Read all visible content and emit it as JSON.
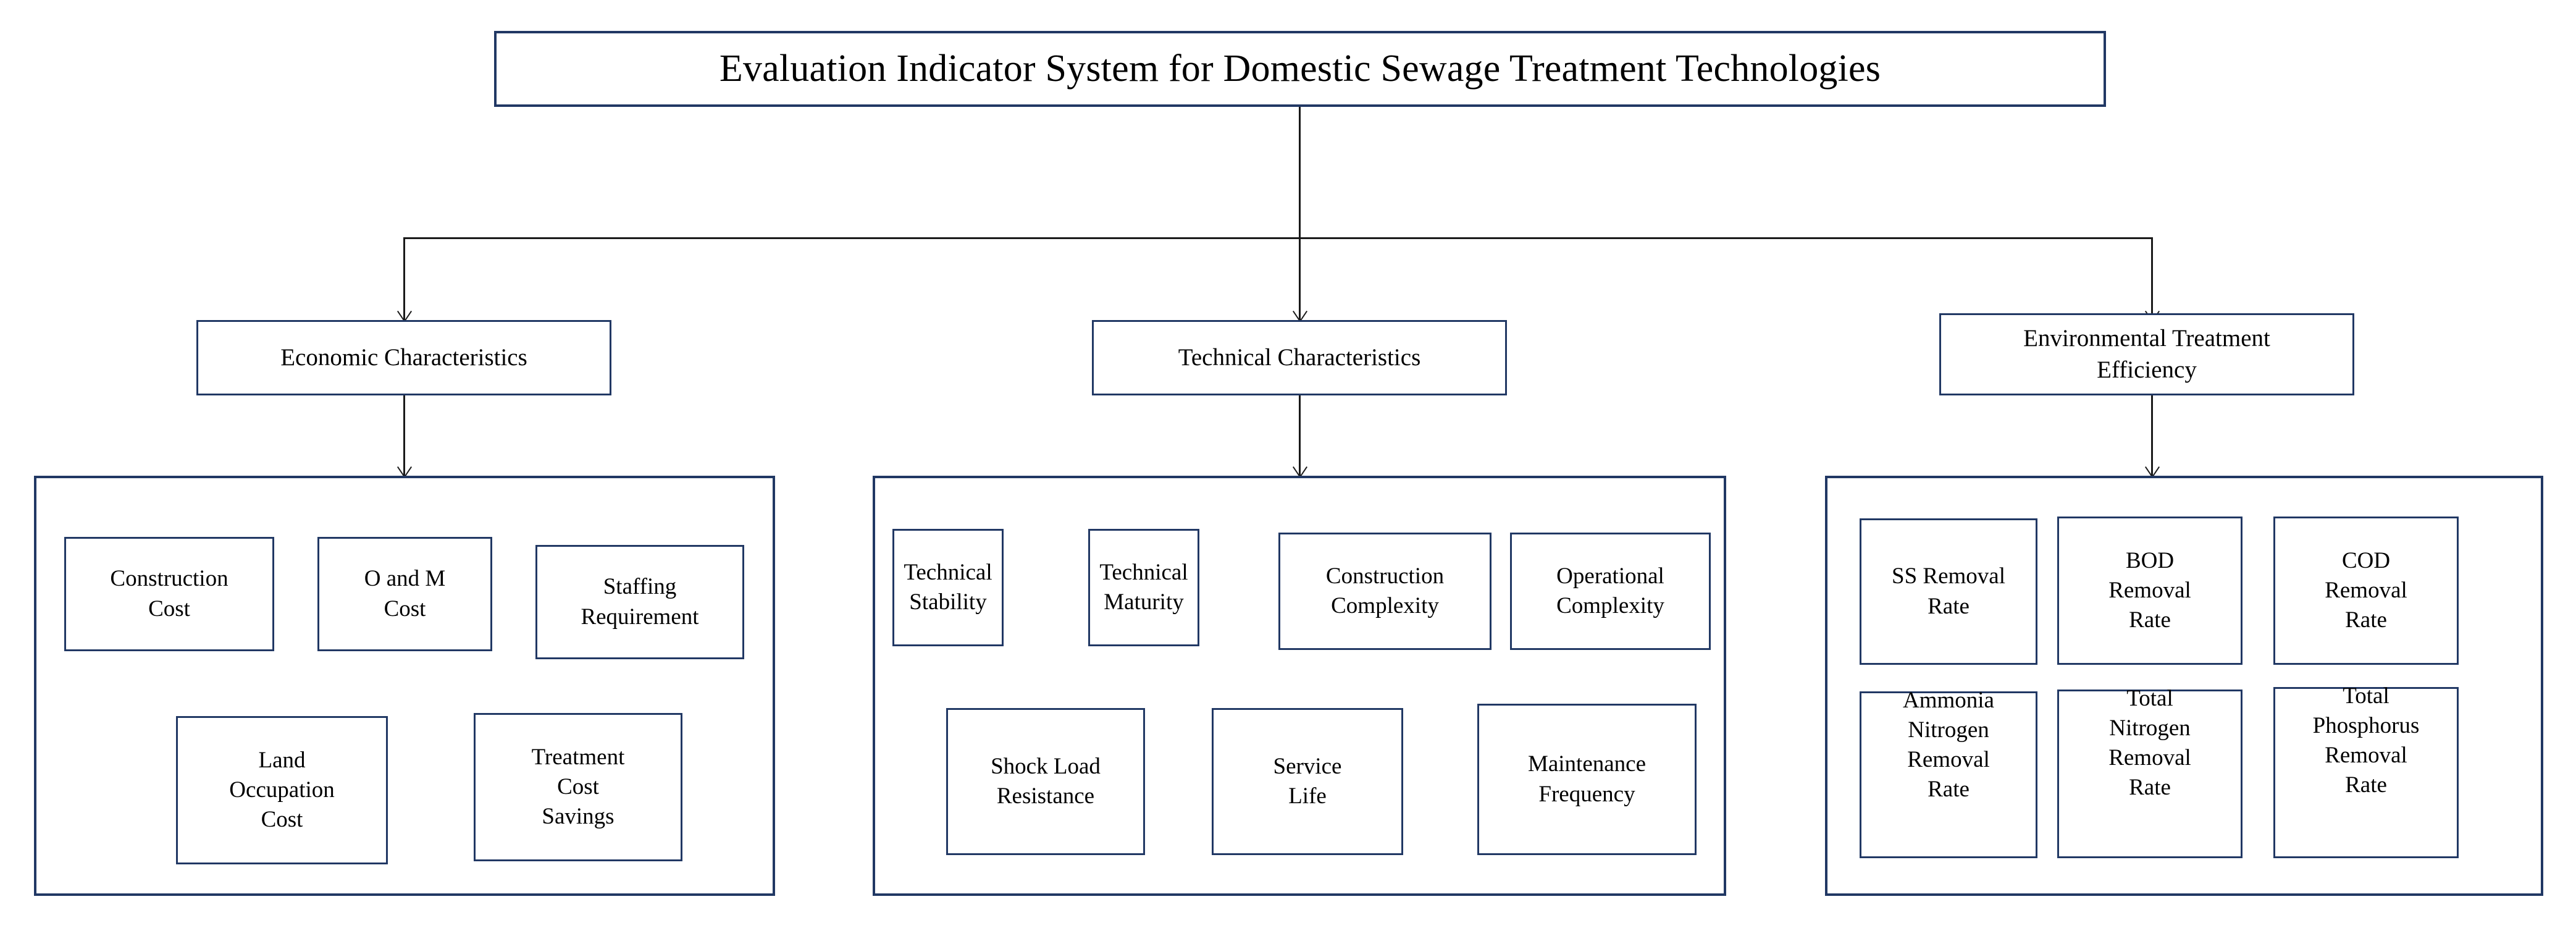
{
  "diagram": {
    "title": "Evaluation Indicator System for Domestic Sewage Treatment Technologies",
    "accent_color": "#213864",
    "line_color": "#1a1a1a",
    "background_color": "#ffffff"
  },
  "root": {
    "label": "Evaluation Indicator System for Domestic Sewage Treatment Technologies"
  },
  "branches": [
    {
      "id": "economic",
      "label": "Economic Characteristics",
      "indicators": [
        {
          "id": "construction-cost",
          "label": "Construction\nCost"
        },
        {
          "id": "o-and-m-cost",
          "label": "O and M\nCost"
        },
        {
          "id": "staffing-requirement",
          "label": "Staffing\nRequirement"
        },
        {
          "id": "land-occupation-cost",
          "label": "Land\nOccupation\nCost"
        },
        {
          "id": "treatment-cost-savings",
          "label": "Treatment\nCost\nSavings"
        }
      ]
    },
    {
      "id": "technical",
      "label": "Technical Characteristics",
      "indicators": [
        {
          "id": "technical-stability",
          "label": "Technical\nStability"
        },
        {
          "id": "technical-maturity",
          "label": "Technical\nMaturity"
        },
        {
          "id": "construction-complexity",
          "label": "Construction\nComplexity"
        },
        {
          "id": "operational-complexity",
          "label": "Operational\nComplexity"
        },
        {
          "id": "shock-load-resistance",
          "label": "Shock Load\nResistance"
        },
        {
          "id": "service-life",
          "label": "Service\nLife"
        },
        {
          "id": "maintenance-frequency",
          "label": "Maintenance\nFrequency"
        }
      ]
    },
    {
      "id": "environmental",
      "label": "Environmental Treatment\nEfficiency",
      "indicators": [
        {
          "id": "ss-removal-rate",
          "label": "SS Removal\nRate"
        },
        {
          "id": "bod-removal-rate",
          "label": "BOD\nRemoval\nRate"
        },
        {
          "id": "cod-removal-rate",
          "label": "COD\nRemoval\nRate"
        },
        {
          "id": "ammonia-nitrogen-removal-rate",
          "label": "Ammonia\nNitrogen\nRemoval\nRate"
        },
        {
          "id": "total-nitrogen-removal-rate",
          "label": "Total\nNitrogen\nRemoval\nRate"
        },
        {
          "id": "total-phosphorus-removal-rate",
          "label": "Total\nPhosphorus\nRemoval\nRate"
        }
      ]
    }
  ]
}
